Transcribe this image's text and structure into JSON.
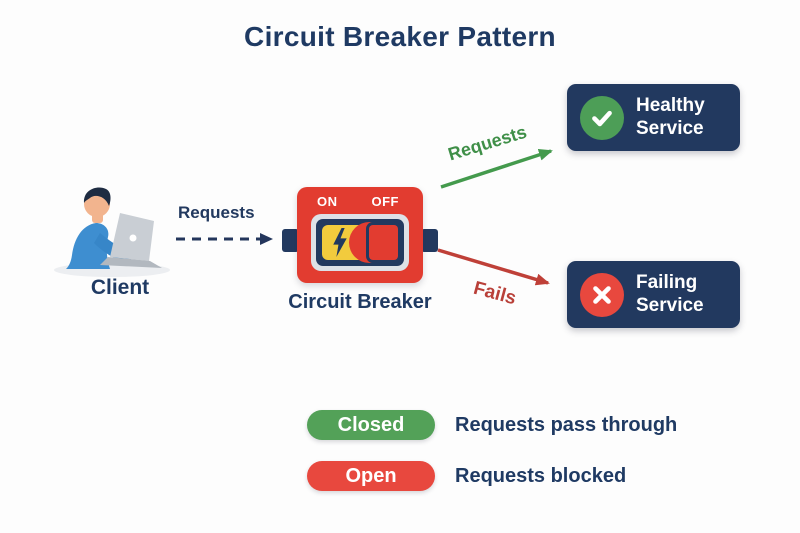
{
  "title": "Circuit Breaker Pattern",
  "client": {
    "label": "Client",
    "illustration": "person-using-laptop"
  },
  "flow": {
    "request_label": "Requests",
    "success_label": "Requests",
    "fail_label": "Fails"
  },
  "breaker": {
    "label": "Circuit Breaker",
    "on_label": "ON",
    "off_label": "OFF",
    "switch_icon": "lightning-bolt-icon"
  },
  "services": {
    "healthy": {
      "label": "Healthy Service",
      "icon": "check-icon",
      "accent": "#4d9e57"
    },
    "failing": {
      "label": "Failing Service",
      "icon": "cross-icon",
      "accent": "#e8483e"
    }
  },
  "legend": {
    "items": [
      {
        "state": "Closed",
        "description": "Requests pass through",
        "color": "#53a158"
      },
      {
        "state": "Open",
        "description": "Requests blocked",
        "color": "#e8483e"
      }
    ]
  },
  "colors": {
    "navy": "#22395f",
    "breaker_red": "#e23c30",
    "arrow_green": "#449a4d",
    "arrow_red": "#bf4038",
    "switch_yellow": "#f2cb3d",
    "background": "#fdfdfd"
  }
}
